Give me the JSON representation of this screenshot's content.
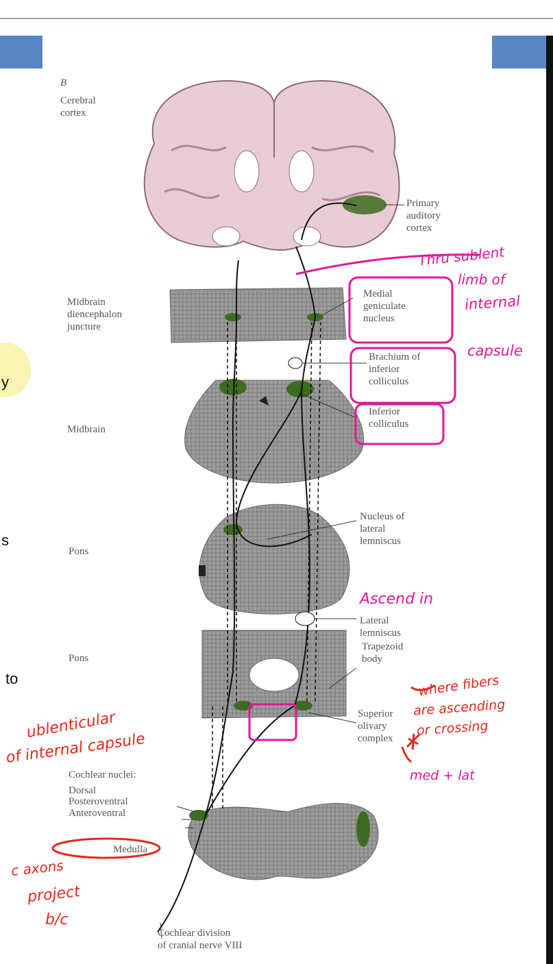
{
  "figure_letter": "B",
  "levels": {
    "cerebral_cortex": "Cerebral\ncortex",
    "midbrain_diencephalon": "Midbrain\ndiencephalon\njuncture",
    "midbrain": "Midbrain",
    "pons_upper": "Pons",
    "pons_lower": "Pons",
    "cochlear_nuclei": "Cochlear nuclei:",
    "dorsal": "Dorsal",
    "posteroventral": "Posteroventral",
    "anteroventral": "Anteroventral",
    "medulla": "Medulla"
  },
  "structures": {
    "primary_auditory_cortex": "Primary\nauditory\ncortex",
    "medial_geniculate": "Medial\ngeniculate\nnucleus",
    "brachium": "Brachium of\ninferior\ncolliculus",
    "inferior_colliculus": "Inferior\ncolliculus",
    "nucleus_lateral_lemniscus": "Nucleus of\nlateral\nlemniscus",
    "lateral_lemniscus": "Lateral\nlemniscus",
    "trapezoid_body": "Trapezoid\nbody",
    "superior_olivary": "Superior\nolivary\ncomplex",
    "cochlear_division": "Cochlear division\nof cranial nerve VIII"
  },
  "slide_fragments": {
    "y": "y",
    "s": "s",
    "to": "to"
  },
  "handwritten": {
    "thru_sublent": "Thru sublent",
    "limb_of": "limb of",
    "internal": "internal",
    "capsule": "capsule",
    "ascend_in": "Ascend in",
    "where_fibers": "where fibers",
    "are_ascending": "are ascending",
    "or_crossing": "or crossing",
    "med_lat": "med + lat",
    "sublenticular": "ublenticular",
    "of_internal_capsule": "of internal capsule",
    "axons": "c axons",
    "project": "project",
    "bc": "b/c"
  },
  "colors": {
    "banner": "#5b86c4",
    "annotation_magenta": "#e0179a",
    "annotation_red": "#e02a1c",
    "nucleus_green": "#3d6b1f",
    "highlight_yellow": "#f8f2a6"
  }
}
